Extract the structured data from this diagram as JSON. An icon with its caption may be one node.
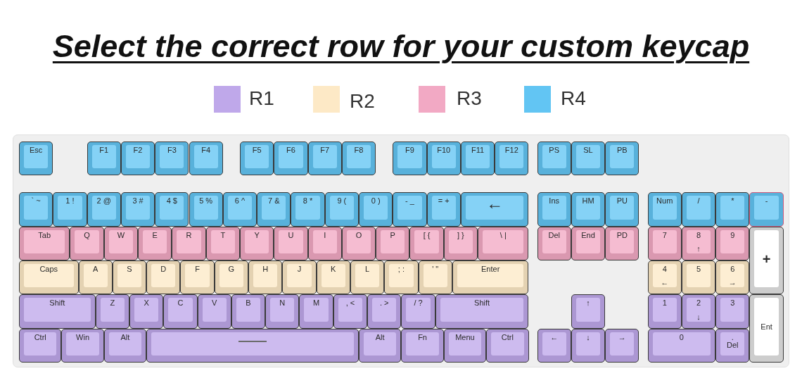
{
  "diagram": {
    "title": "Select the correct row for your custom keycap",
    "nodes": [
      {
        "text": [],
        "shape": "box"
      },
      {
        "text": [
          "Esc"
        ],
        "in": 0
      },
      {
        "text": [
          "F1"
        ],
        "in": 0
      },
      {
        "text": [
          "F2"
        ],
        "in": 0
      },
      {
        "text": [
          "F3"
        ],
        "in": 0
      },
      {
        "text": [
          "F4"
        ],
        "in": 0
      },
      {
        "text": [
          "F5"
        ],
        "in": 0
      },
      {
        "text": [
          "F6"
        ],
        "in": 0
      },
      {
        "text": [
          "F7"
        ],
        "in": 0
      },
      {
        "text": [
          "F8"
        ],
        "in": 0
      },
      {
        "text": [
          "F9"
        ],
        "in": 0
      },
      {
        "text": [
          "F10"
        ],
        "in": 0
      },
      {
        "text": [
          "F11"
        ],
        "in": 0
      },
      {
        "text": [
          "F12"
        ],
        "in": 0
      },
      {
        "text": [
          "PS"
        ],
        "in": 0
      },
      {
        "text": [
          "SL"
        ],
        "in": 0
      },
      {
        "text": [
          "PB"
        ],
        "in": 0
      },
      {
        "text": [
          "` ~"
        ],
        "in": 0
      },
      {
        "text": [
          "1 !"
        ],
        "in": 0
      },
      {
        "text": [
          "2 @"
        ],
        "in": 0
      },
      {
        "text": [
          "3 #"
        ],
        "in": 0
      },
      {
        "text": [
          "4 $"
        ],
        "in": 0
      },
      {
        "text": [
          "5 %"
        ],
        "in": 0
      },
      {
        "text": [
          "6 ^"
        ],
        "in": 0
      },
      {
        "text": [
          "7 &"
        ],
        "in": 0
      },
      {
        "text": [
          "8 *"
        ],
        "in": 0
      },
      {
        "text": [
          "9 ("
        ],
        "in": 0
      },
      {
        "text": [
          "0 )"
        ],
        "in": 0
      },
      {
        "text": [
          "- _"
        ],
        "in": 0
      },
      {
        "text": [
          "= +"
        ],
        "in": 0
      },
      {
        "text": [
          "←"
        ],
        "in": 0
      },
      {
        "text": [
          "Ins"
        ],
        "in": 0
      },
      {
        "text": [
          "HM"
        ],
        "in": 0
      },
      {
        "text": [
          "PU"
        ],
        "in": 0
      },
      {
        "text": [
          "Num"
        ],
        "in": 0
      },
      {
        "text": [
          "/"
        ],
        "in": 0
      },
      {
        "text": [
          "*"
        ],
        "in": 0
      },
      {
        "text": [
          "-"
        ],
        "in": 0
      },
      {
        "text": [
          "Tab"
        ],
        "in": 0
      },
      {
        "text": [
          "Q"
        ],
        "in": 0
      },
      {
        "text": [
          "W"
        ],
        "in": 0
      },
      {
        "text": [
          "E"
        ],
        "in": 0
      },
      {
        "text": [
          "R"
        ],
        "in": 0
      },
      {
        "text": [
          "T"
        ],
        "in": 0
      },
      {
        "text": [
          "Y"
        ],
        "in": 0
      },
      {
        "text": [
          "U"
        ],
        "in": 0
      },
      {
        "text": [
          "I"
        ],
        "in": 0
      },
      {
        "text": [
          "O"
        ],
        "in": 0
      },
      {
        "text": [
          "P"
        ],
        "in": 0
      },
      {
        "text": [
          "[ {"
        ],
        "in": 0
      },
      {
        "text": [
          "] }"
        ],
        "in": 0
      },
      {
        "text": [
          "\\ |"
        ],
        "in": 0
      },
      {
        "text": [
          "Del"
        ],
        "in": 0
      },
      {
        "text": [
          "End"
        ],
        "in": 0
      },
      {
        "text": [
          "PD"
        ],
        "in": 0
      },
      {
        "text": [
          "7"
        ],
        "in": 0
      },
      {
        "text": [
          "8",
          "↑"
        ],
        "in": 0
      },
      {
        "text": [
          "9"
        ],
        "in": 0
      },
      {
        "text": [
          "+"
        ],
        "in": 0
      },
      {
        "text": [
          "Caps"
        ],
        "in": 0
      },
      {
        "text": [
          "A"
        ],
        "in": 0
      },
      {
        "text": [
          "S"
        ],
        "in": 0
      },
      {
        "text": [
          "D"
        ],
        "in": 0
      },
      {
        "text": [
          "F"
        ],
        "in": 0
      },
      {
        "text": [
          "G"
        ],
        "in": 0
      },
      {
        "text": [
          "H"
        ],
        "in": 0
      },
      {
        "text": [
          "J"
        ],
        "in": 0
      },
      {
        "text": [
          "K"
        ],
        "in": 0
      },
      {
        "text": [
          "L"
        ],
        "in": 0
      },
      {
        "text": [
          "; :"
        ],
        "in": 0
      },
      {
        "text": [
          "' \""
        ],
        "in": 0
      },
      {
        "text": [
          "Enter"
        ],
        "in": 0
      },
      {
        "text": [
          "4",
          "←"
        ],
        "in": 0
      },
      {
        "text": [
          "5"
        ],
        "in": 0
      },
      {
        "text": [
          "6",
          "→"
        ],
        "in": 0
      },
      {
        "text": [
          "Shift"
        ],
        "in": 0
      },
      {
        "text": [
          "Z"
        ],
        "in": 0
      },
      {
        "text": [
          "X"
        ],
        "in": 0
      },
      {
        "text": [
          "C"
        ],
        "in": 0
      },
      {
        "text": [
          "V"
        ],
        "in": 0
      },
      {
        "text": [
          "B"
        ],
        "in": 0
      },
      {
        "text": [
          "N"
        ],
        "in": 0
      },
      {
        "text": [
          "M"
        ],
        "in": 0
      },
      {
        "text": [
          ", <"
        ],
        "in": 0
      },
      {
        "text": [
          ". >"
        ],
        "in": 0
      },
      {
        "text": [
          "/ ?"
        ],
        "in": 0
      },
      {
        "text": [
          "Shift"
        ],
        "in": 0
      },
      {
        "text": [
          "↑"
        ],
        "in": 0
      },
      {
        "text": [
          "1"
        ],
        "in": 0
      },
      {
        "text": [
          "2",
          "↓"
        ],
        "in": 0
      },
      {
        "text": [
          "3"
        ],
        "in": 0
      },
      {
        "text": [
          "Ent"
        ],
        "in": 0
      },
      {
        "text": [
          "Ctrl"
        ],
        "in": 0
      },
      {
        "text": [
          "Win"
        ],
        "in": 0
      },
      {
        "text": [
          "Alt"
        ],
        "in": 0
      },
      {
        "text": [],
        "shape": "box",
        "in": 0
      },
      {
        "text": [
          "Alt"
        ],
        "in": 0
      },
      {
        "text": [
          "Fn"
        ],
        "in": 0
      },
      {
        "text": [
          "Menu"
        ],
        "in": 0
      },
      {
        "text": [
          "Ctrl"
        ],
        "in": 0
      },
      {
        "text": [
          "←"
        ],
        "in": 0
      },
      {
        "text": [
          "↓"
        ],
        "in": 0
      },
      {
        "text": [
          "→"
        ],
        "in": 0
      },
      {
        "text": [
          "0"
        ],
        "in": 0
      },
      {
        "text": [
          ".",
          "Del"
        ],
        "in": 0
      }
    ],
    "legend": [
      {
        "text": "R1",
        "color": "#bfa8ea"
      },
      {
        "text": "R2",
        "color": "#fde9c6"
      },
      {
        "text": "R3",
        "color": "#f2a9c4"
      },
      {
        "text": "R4",
        "color": "#62c5f3"
      }
    ]
  }
}
